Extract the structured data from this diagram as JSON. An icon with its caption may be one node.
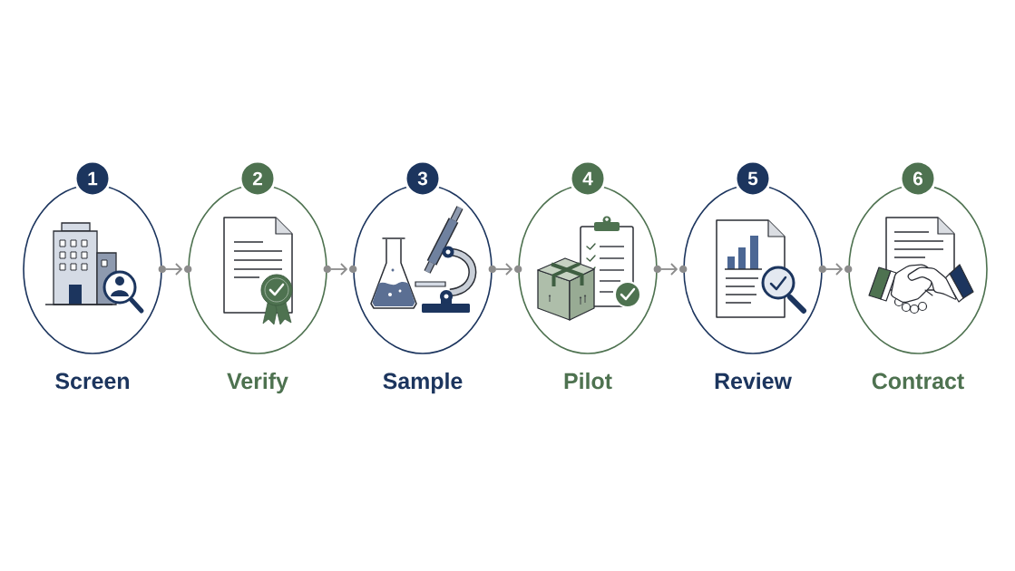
{
  "diagram": {
    "nodes": [
      {
        "text": [
          "1"
        ]
      },
      {
        "text": [
          "Screen"
        ]
      },
      {
        "text": [
          "2"
        ]
      },
      {
        "text": [
          "Verify"
        ]
      },
      {
        "text": [
          "3"
        ]
      },
      {
        "text": [
          "Sample"
        ]
      },
      {
        "text": [
          "4"
        ]
      },
      {
        "text": [
          "Pilot"
        ]
      },
      {
        "text": [
          "5"
        ]
      },
      {
        "text": [
          "Review"
        ]
      },
      {
        "text": [
          "6"
        ]
      },
      {
        "text": [
          "Contract"
        ]
      }
    ],
    "edges": [
      {
        "from": 1,
        "to": 3,
        "arrow": "to"
      },
      {
        "from": 3,
        "to": 5,
        "arrow": "to"
      },
      {
        "from": 5,
        "to": 7,
        "arrow": "to"
      },
      {
        "from": 7,
        "to": 9,
        "arrow": "to"
      },
      {
        "from": 9,
        "to": 11,
        "arrow": "to"
      }
    ]
  }
}
